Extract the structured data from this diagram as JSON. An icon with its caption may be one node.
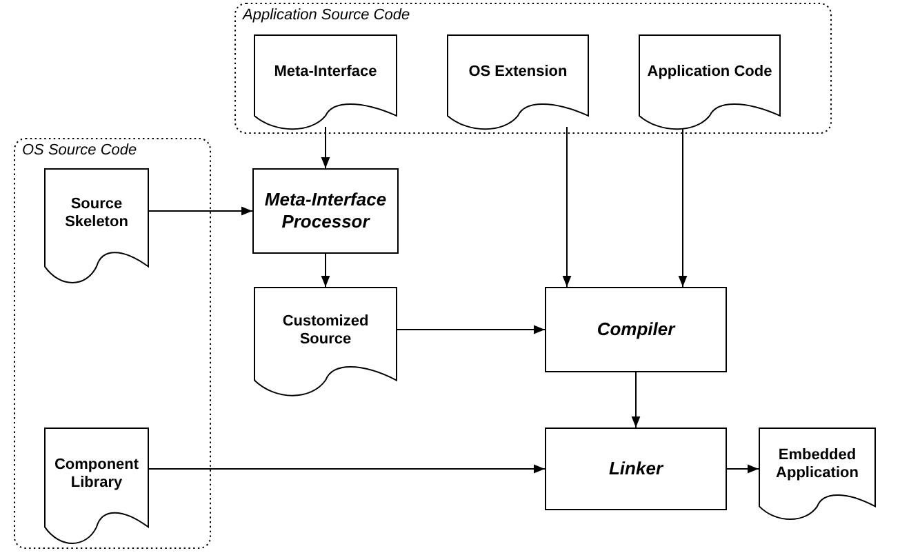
{
  "diagram": {
    "nodes": [
      {
        "text": [
          "Application Source Code"
        ]
      },
      {
        "text": [
          "Meta-Interface"
        ],
        "in": 0
      },
      {
        "text": [
          "OS Extension"
        ],
        "in": 0
      },
      {
        "text": [
          "Application Code"
        ],
        "in": 0
      },
      {
        "text": [
          "OS Source Code"
        ]
      },
      {
        "text": [
          "Source Skeleton"
        ],
        "in": 4
      },
      {
        "text": [
          "Meta-Interface Processor"
        ]
      },
      {
        "text": [
          "Customized Source"
        ]
      },
      {
        "text": [
          "Compiler"
        ]
      },
      {
        "text": [
          "Component Library"
        ],
        "in": 4
      },
      {
        "text": [
          "Linker"
        ]
      },
      {
        "text": [
          "Embedded Application"
        ]
      }
    ],
    "edges": [
      {
        "from": 1,
        "to": 6,
        "arrow": "to"
      },
      {
        "from": 5,
        "to": 6,
        "arrow": "to"
      },
      {
        "from": 6,
        "to": 7,
        "arrow": "to"
      },
      {
        "from": 7,
        "to": 8,
        "arrow": "to"
      },
      {
        "from": 2,
        "to": 8,
        "arrow": "to"
      },
      {
        "from": 3,
        "to": 8,
        "arrow": "to"
      },
      {
        "from": 8,
        "to": 10,
        "arrow": "to"
      },
      {
        "from": 9,
        "to": 10,
        "arrow": "to"
      },
      {
        "from": 10,
        "to": 11,
        "arrow": "to"
      }
    ]
  }
}
